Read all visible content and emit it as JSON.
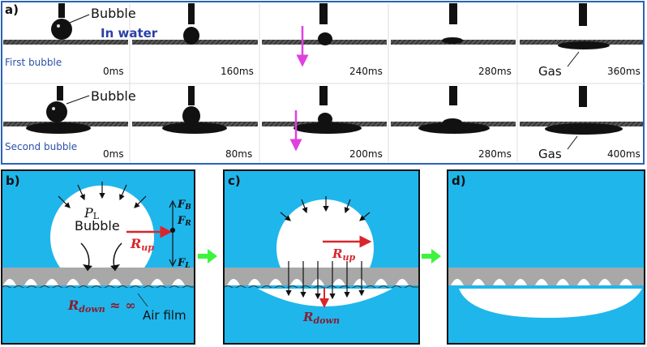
{
  "panel_a": {
    "label": "a)",
    "in_water": "In water",
    "rows": [
      {
        "name": "First bubble",
        "bubble_label": "Bubble",
        "gas_label": "Gas",
        "times": [
          "0ms",
          "160ms",
          "240ms",
          "280ms",
          "360ms"
        ]
      },
      {
        "name": "Second bubble",
        "bubble_label": "Bubble",
        "gas_label": "Gas",
        "times": [
          "0ms",
          "80ms",
          "200ms",
          "280ms",
          "400ms"
        ]
      }
    ]
  },
  "panel_b": {
    "label": "b)",
    "pressure": "P",
    "pressure_sub": "L",
    "bubble": "Bubble",
    "force_top": "F",
    "force_top_sub": "B",
    "force_mid": "F",
    "force_mid_sub": "R",
    "force_bot": "F",
    "force_bot_sub": "L",
    "r_up": "R",
    "r_up_sub": "up",
    "r_down": "R",
    "r_down_sub": "down",
    "r_down_value": " ≈ ∞",
    "air_film": "Air film"
  },
  "panel_c": {
    "label": "c)",
    "r_up": "R",
    "r_up_sub": "up",
    "r_down": "R",
    "r_down_sub": "down"
  },
  "panel_d": {
    "label": "d)"
  },
  "colors": {
    "water": "#1fb6ec",
    "frame_blue": "#2b63b8",
    "arrow_red": "#d8262c",
    "arrow_green": "#3ef33e",
    "magenta": "#e040e0",
    "surface_grey": "#a8a8a8"
  }
}
